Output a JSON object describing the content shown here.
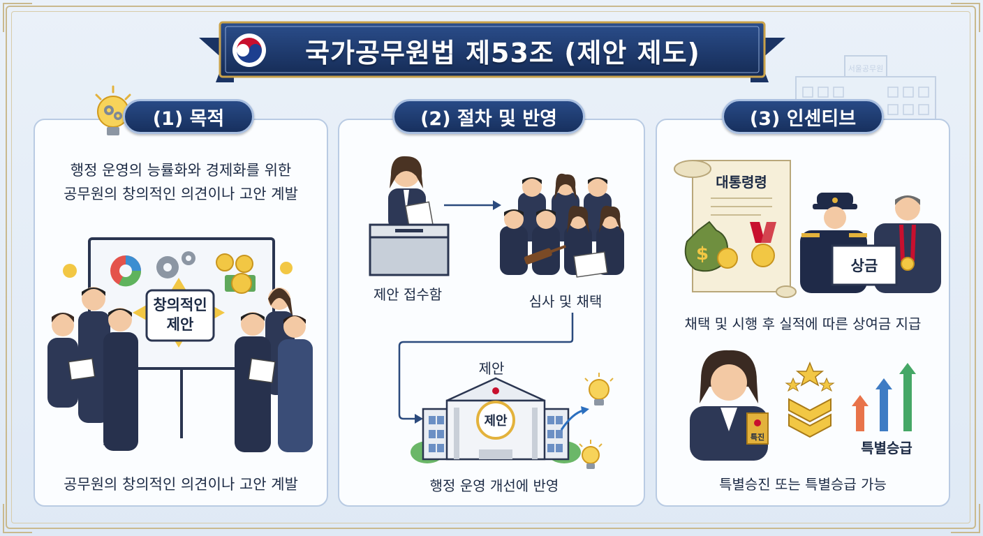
{
  "title": "국가공무원법 제53조 (제안 제도)",
  "background": {
    "building_sign": "서울공무원"
  },
  "sections": [
    {
      "heading": "(1) 목적",
      "description_lines": [
        "행정 운영의 능률화와 경제화를 위한",
        "공무원의 창의적인 의견이나 고안 계발"
      ],
      "board_sign_lines": [
        "창의적인",
        "제안"
      ],
      "caption": "공무원의 창의적인 의견이나 고안 계발"
    },
    {
      "heading": "(2) 절차 및 반영",
      "steps": {
        "submit": "제안 접수함",
        "review": "심사 및 채택",
        "building_top_label": "제안",
        "building_sign": "제안",
        "apply": "행정 운영 개선에 반영"
      }
    },
    {
      "heading": "(3) 인센티브",
      "scroll_title": "대통령령",
      "award_sign": "상금",
      "reward_caption": "채택 및 시행 후 실적에 따른 상여금 지급",
      "badge": "특진",
      "arrow_label": "특별승급",
      "promotion_caption": "특별승진 또는 특별승급 가능"
    }
  ],
  "colors": {
    "navy": "#1c3566",
    "gold": "#e3b23c",
    "panel_border": "#b9cbe3",
    "background": "#e4edf7"
  }
}
